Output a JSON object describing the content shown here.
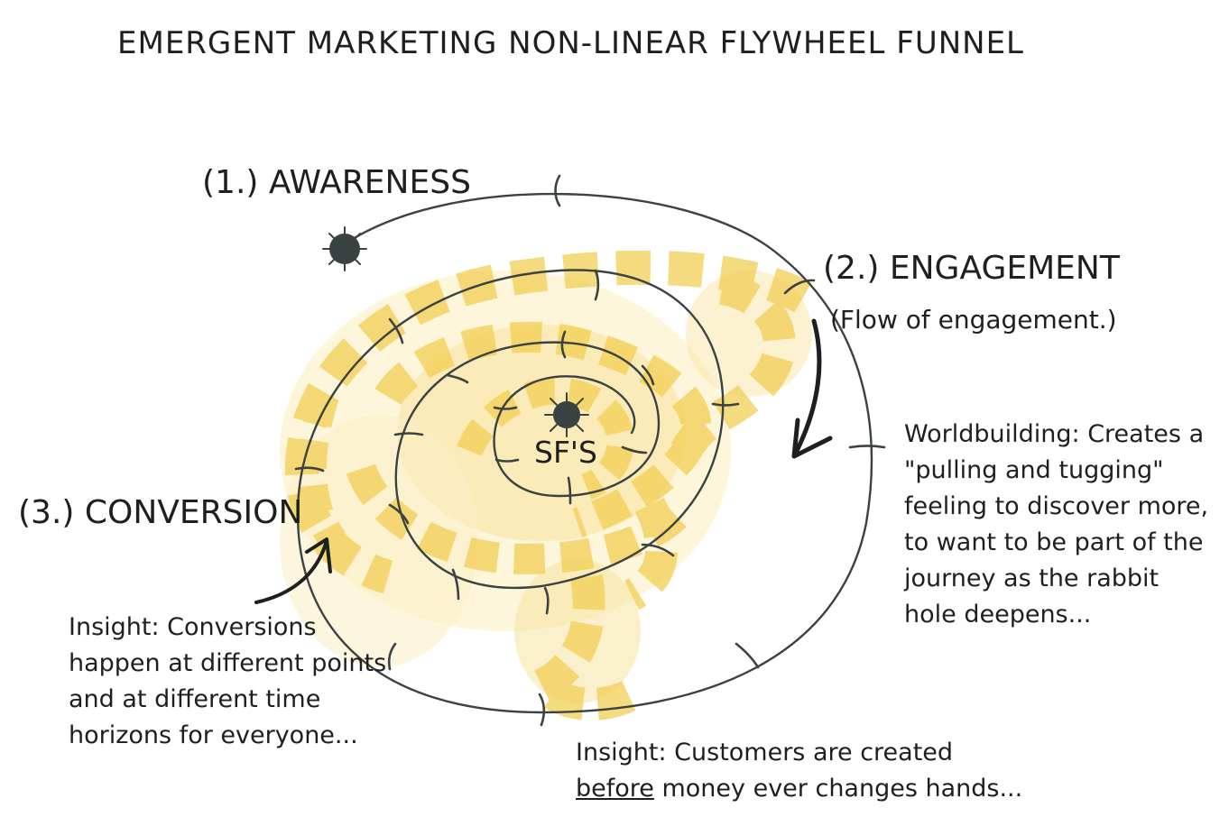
{
  "title": "EMERGENT MARKETING NON-LINEAR FLYWHEEL FUNNEL",
  "stages": {
    "awareness": "(1.) AWARENESS",
    "engagement": "(2.) ENGAGEMENT",
    "engagement_sub": "(Flow of engagement.)",
    "conversion": "(3.) CONVERSION"
  },
  "center_label": "SF'S",
  "notes": {
    "worldbuilding": "Worldbuilding: Creates a \"pulling and tugging\" feeling to discover more, to want to be part of the journey as the rabbit hole deepens...",
    "conversions": "Insight: Conversions happen at different points and at different time horizons for everyone...",
    "customers_prefix": "Insight: Customers are created",
    "customers_emphasis": "before",
    "customers_suffix": " money ever changes hands..."
  },
  "colors": {
    "ink": "#3b4242",
    "highlight": "#f5d35a",
    "glow": "#faeab0"
  }
}
